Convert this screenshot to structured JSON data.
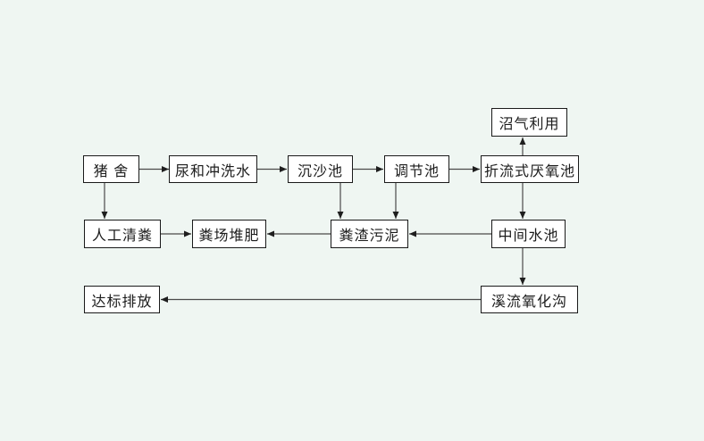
{
  "diagram": {
    "background_color": "#eff6f2",
    "node_fill": "#ffffff",
    "node_border_color": "#1a1a1a",
    "arrow_color": "#3f3f3f",
    "nodes": [
      {
        "id": "pig-house",
        "label": "猪 舍"
      },
      {
        "id": "urine-flush-water",
        "label": "尿和冲洗水"
      },
      {
        "id": "sand-settling-pond",
        "label": "沉沙池"
      },
      {
        "id": "regulating-pond",
        "label": "调节池"
      },
      {
        "id": "baffled-anaerobic-pond",
        "label": "折流式厌氧池"
      },
      {
        "id": "biogas-utilization",
        "label": "沼气利用"
      },
      {
        "id": "manual-manure-cleaning",
        "label": "人工清粪"
      },
      {
        "id": "manure-yard-composting",
        "label": "粪场堆肥"
      },
      {
        "id": "manure-residue-sludge",
        "label": "粪渣污泥"
      },
      {
        "id": "intermediate-water-pool",
        "label": "中间水池"
      },
      {
        "id": "standard-discharge",
        "label": "达标排放"
      },
      {
        "id": "stream-oxidation-ditch",
        "label": "溪流氧化沟"
      }
    ],
    "edges": [
      {
        "from": "pig-house",
        "to": "urine-flush-water"
      },
      {
        "from": "urine-flush-water",
        "to": "sand-settling-pond"
      },
      {
        "from": "sand-settling-pond",
        "to": "regulating-pond"
      },
      {
        "from": "regulating-pond",
        "to": "baffled-anaerobic-pond"
      },
      {
        "from": "baffled-anaerobic-pond",
        "to": "biogas-utilization"
      },
      {
        "from": "baffled-anaerobic-pond",
        "to": "intermediate-water-pool"
      },
      {
        "from": "pig-house",
        "to": "manual-manure-cleaning"
      },
      {
        "from": "manual-manure-cleaning",
        "to": "manure-yard-composting"
      },
      {
        "from": "sand-settling-pond",
        "to": "manure-residue-sludge"
      },
      {
        "from": "regulating-pond",
        "to": "manure-residue-sludge"
      },
      {
        "from": "manure-residue-sludge",
        "to": "manure-yard-composting"
      },
      {
        "from": "intermediate-water-pool",
        "to": "manure-residue-sludge"
      },
      {
        "from": "intermediate-water-pool",
        "to": "stream-oxidation-ditch"
      },
      {
        "from": "stream-oxidation-ditch",
        "to": "standard-discharge"
      }
    ]
  }
}
